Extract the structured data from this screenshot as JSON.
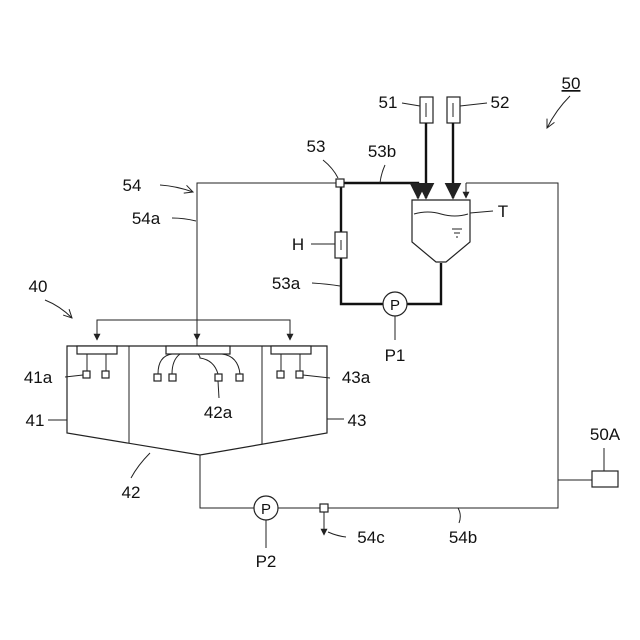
{
  "diagram": {
    "labels": {
      "system": "50",
      "unit_left": "51",
      "unit_right": "52",
      "junction_top": "53",
      "pipe_top": "53b",
      "pipe_main": "54",
      "pipe_main_a": "54a",
      "tank": "T",
      "heater": "H",
      "pipe_left": "53a",
      "pump1": "P1",
      "vessel_assembly": "40",
      "nozzle_left": "41a",
      "nozzle_center": "42a",
      "nozzle_right": "43a",
      "section_left": "41",
      "section_right": "43",
      "section_center": "42",
      "controller": "50A",
      "pump2": "P2",
      "drain": "54c",
      "pipe_return": "54b",
      "pump_symbol": "P"
    }
  }
}
